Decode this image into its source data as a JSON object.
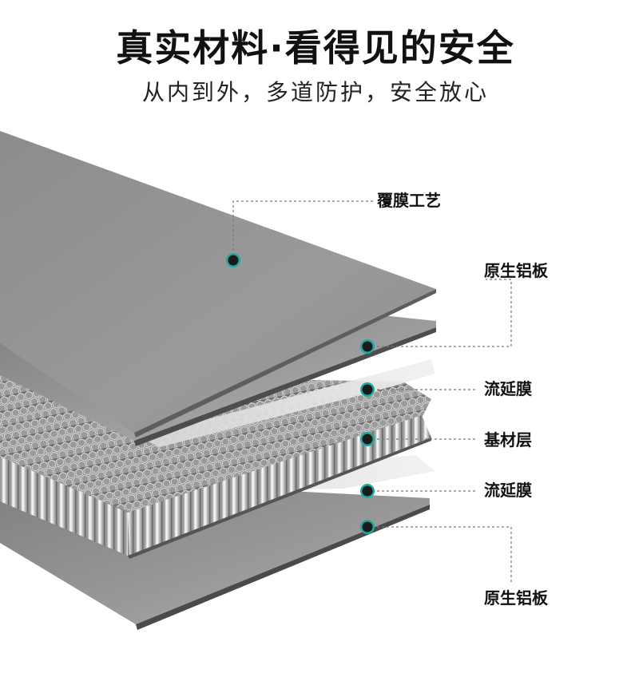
{
  "header": {
    "title": "真实材料·看得见的安全",
    "subtitle": "从内到外，多道防护，安全放心"
  },
  "layers": [
    {
      "label": "覆膜工艺"
    },
    {
      "label": "原生铝板"
    },
    {
      "label": "流延膜"
    },
    {
      "label": "基材层"
    },
    {
      "label": "流延膜"
    },
    {
      "label": "原生铝板"
    }
  ],
  "colors": {
    "marker_ring": "#1fa8a0",
    "marker_dot": "#1a1a1a",
    "leader_line": "#777777",
    "panel": "#8a8a8a"
  }
}
